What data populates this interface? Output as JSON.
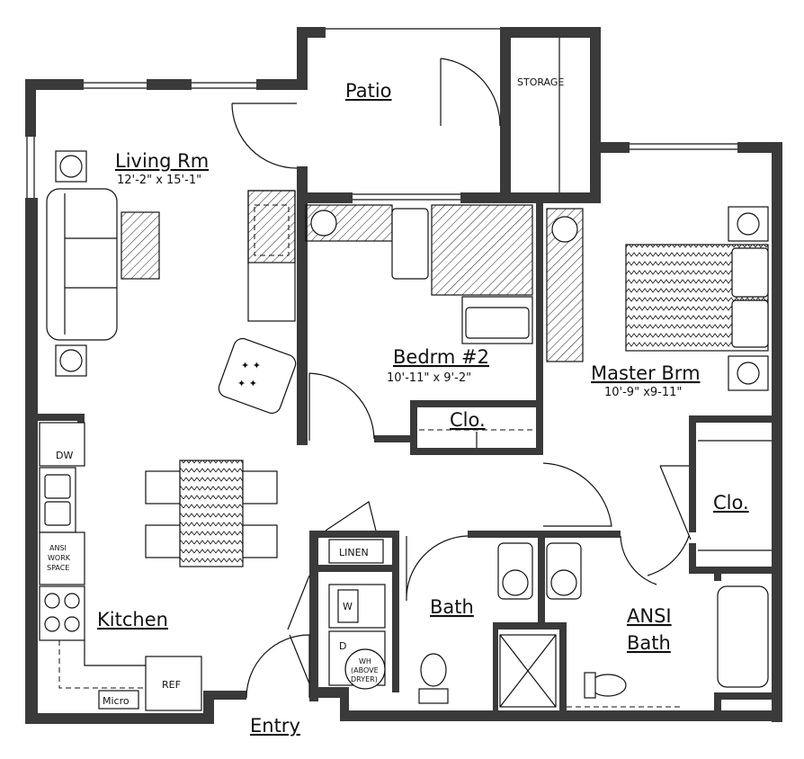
{
  "rooms": {
    "living": {
      "name": "Living Rm",
      "dims": "12'-2\" x 15'-1\""
    },
    "patio": {
      "name": "Patio"
    },
    "storage": {
      "name": "STORAGE"
    },
    "bedroom2": {
      "name": "Bedrm #2",
      "dims": "10'-11\" x 9'-2\""
    },
    "master": {
      "name": "Master Brm",
      "dims": "10'-9\" x9-11\""
    },
    "closet_bed2": {
      "name": "Clo."
    },
    "closet_master": {
      "name": "Clo."
    },
    "kitchen": {
      "name": "Kitchen"
    },
    "bath": {
      "name": "Bath"
    },
    "ansi_bath": {
      "name_line1": "ANSI",
      "name_line2": "Bath"
    },
    "entry": {
      "name": "Entry"
    },
    "linen": {
      "name": "LINEN"
    }
  },
  "fixtures": {
    "dishwasher": "DW",
    "work_space_line1": "ANSI",
    "work_space_line2": "WORK",
    "work_space_line3": "SPACE",
    "refrigerator": "REF",
    "microwave": "Micro",
    "washer": "W",
    "dryer": "D",
    "water_heater_line1": "WH",
    "water_heater_line2": "(ABOVE",
    "water_heater_line3": "DRYER)"
  }
}
